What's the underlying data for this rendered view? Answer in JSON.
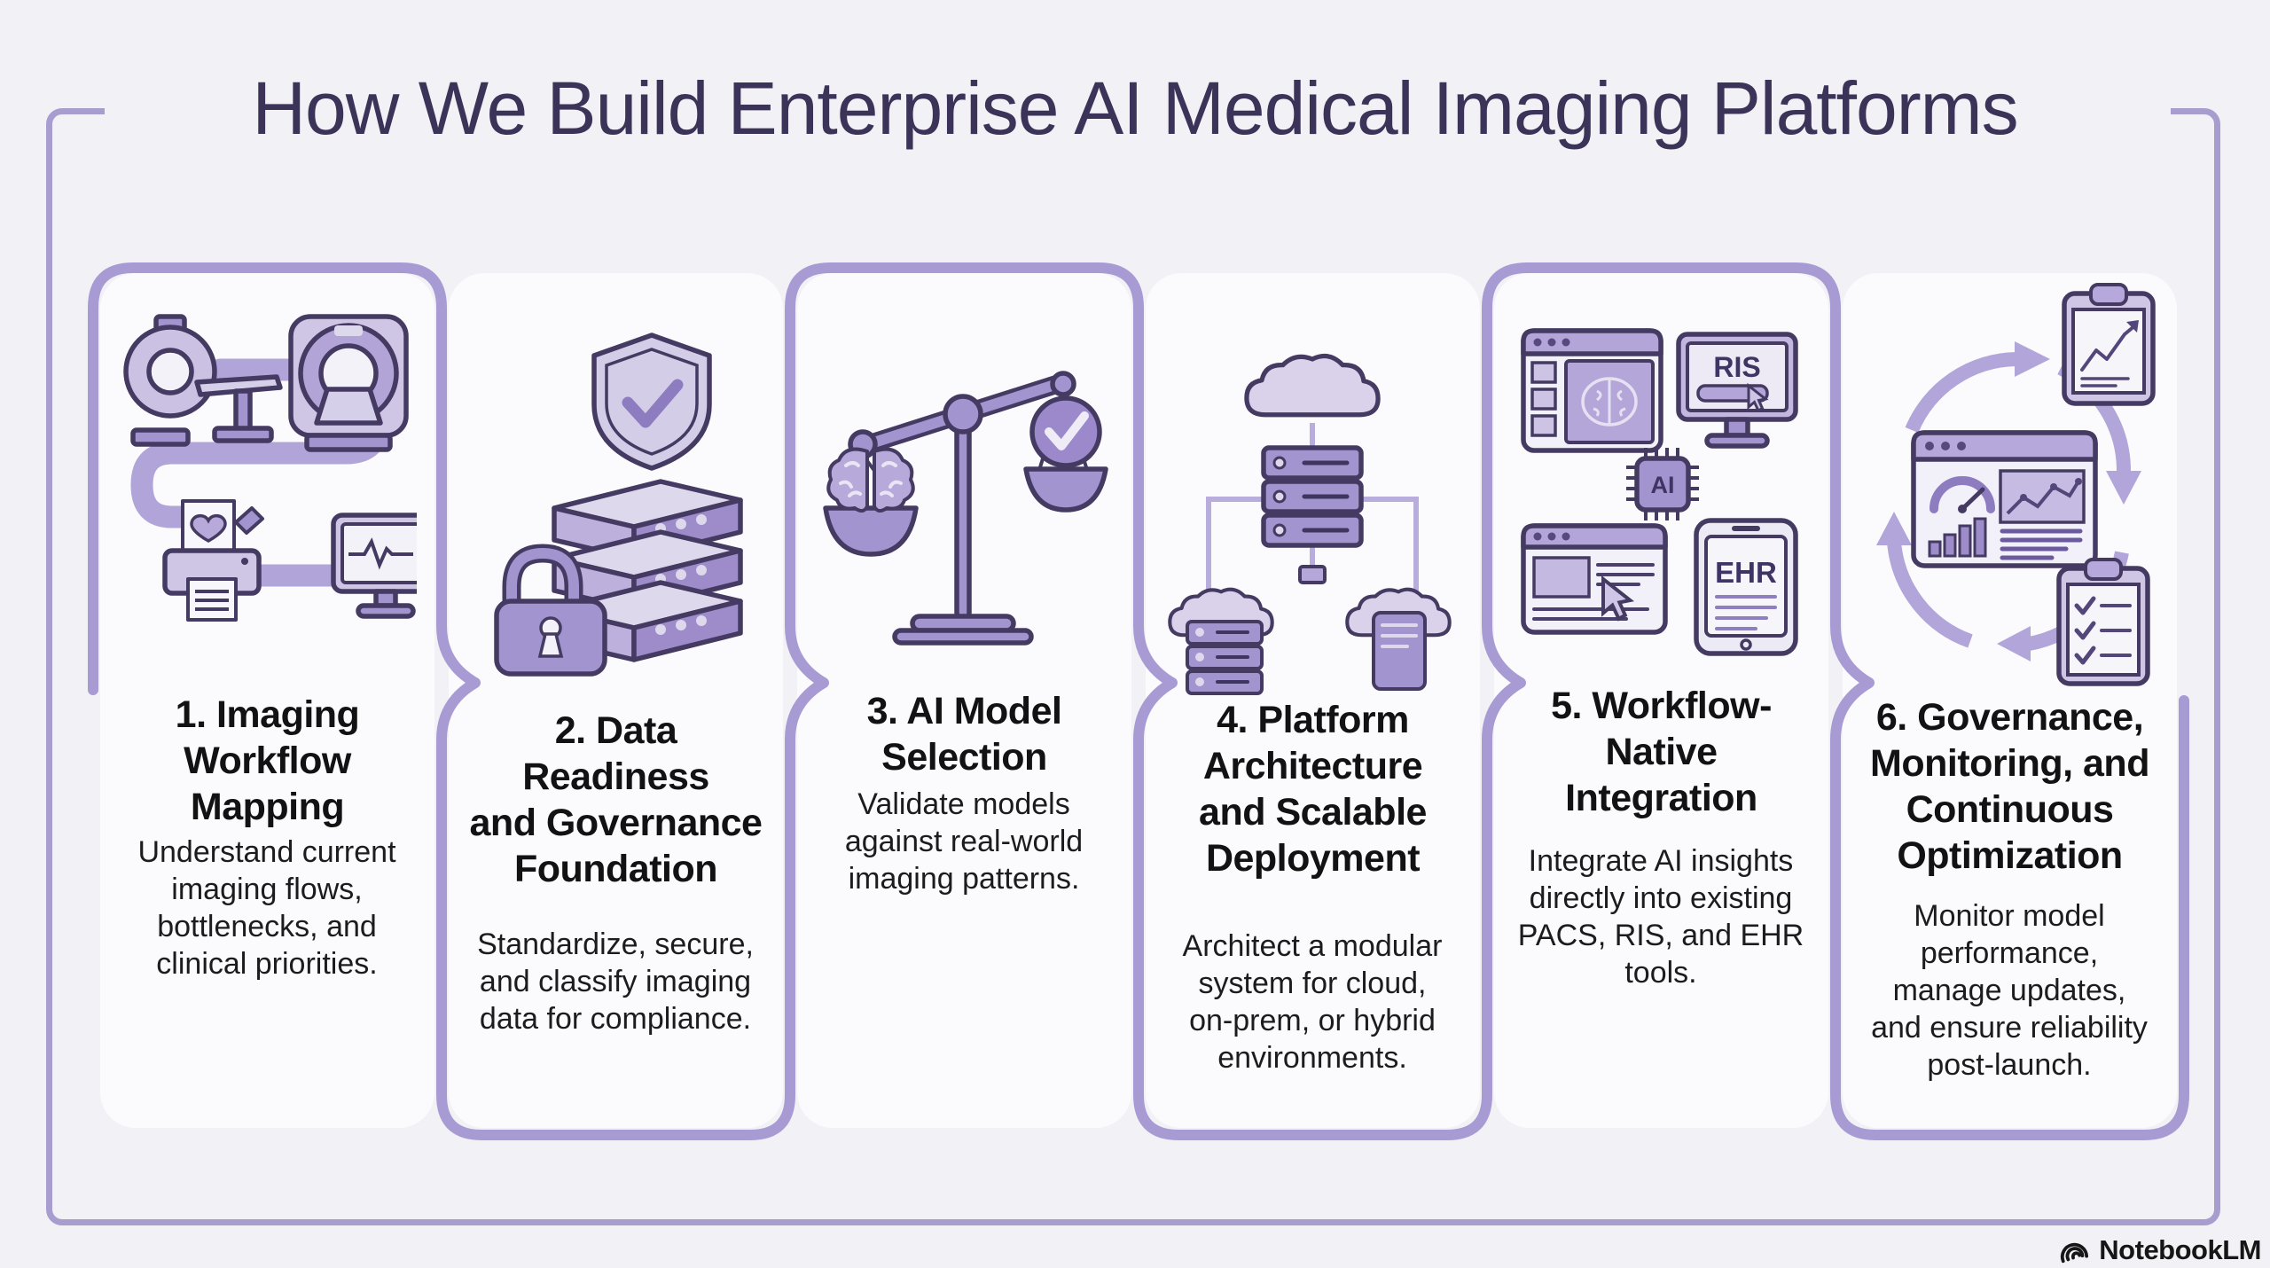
{
  "title": "How We Build Enterprise AI Medical Imaging Platforms",
  "steps": [
    {
      "number": "1",
      "heading": "1. Imaging\nWorkflow\nMapping",
      "description": "Understand current\nimaging flows,\nbottlenecks, and\nclinical priorities."
    },
    {
      "number": "2",
      "heading": "2. Data\nReadiness\nand Governance\nFoundation",
      "description": "Standardize, secure,\nand classify imaging\ndata for compliance."
    },
    {
      "number": "3",
      "heading": "3. AI Model\nSelection",
      "description": "Validate models\nagainst real-world\nimaging patterns."
    },
    {
      "number": "4",
      "heading": "4. Platform\nArchitecture\nand Scalable\nDeployment",
      "description": "Architect a modular\nsystem for cloud,\non-prem, or hybrid\nenvironments."
    },
    {
      "number": "5",
      "heading": "5. Workflow-\nNative\nIntegration",
      "description": "Integrate AI insights\ndirectly into existing\nPACS, RIS, and EHR\ntools."
    },
    {
      "number": "6",
      "heading": "6. Governance,\nMonitoring, and\nContinuous\nOptimization",
      "description": "Monitor model\nperformance,\nmanage updates,\nand ensure reliability\npost-launch."
    }
  ],
  "chip_labels": {
    "ris": "RIS",
    "ehr": "EHR",
    "ai": "AI"
  },
  "watermark": {
    "label": "NotebookLM"
  },
  "icons": {
    "step1": [
      "ct-scanner-icon",
      "mri-scanner-icon",
      "printer-icon",
      "ecg-monitor-icon",
      "workflow-path"
    ],
    "step2": [
      "shield-check-icon",
      "server-stack-icon",
      "padlock-icon"
    ],
    "step3": [
      "balance-scale-icon",
      "brain-icon",
      "check-circle-icon"
    ],
    "step4": [
      "cloud-icon",
      "server-stack-icon",
      "hybrid-network-lines"
    ],
    "step5": [
      "pacs-viewer-icon",
      "ris-monitor-icon",
      "ai-chip-icon",
      "web-report-icon",
      "ehr-tablet-icon"
    ],
    "step6": [
      "cycle-arrows-icon",
      "dashboard-icon",
      "trend-clipboard-icon",
      "checklist-clipboard-icon"
    ]
  },
  "colors": {
    "background": "#f2f1f6",
    "panel_background": "#fbfafd",
    "serpentine_border": "#a89bd4",
    "outer_frame": "#a79ecf",
    "icon_medium_purple": "#a294ce",
    "icon_light_purple": "#d6cfe9",
    "icon_outline": "#443a62",
    "title_color": "#3b3458",
    "text_color": "#1c1c1e"
  }
}
